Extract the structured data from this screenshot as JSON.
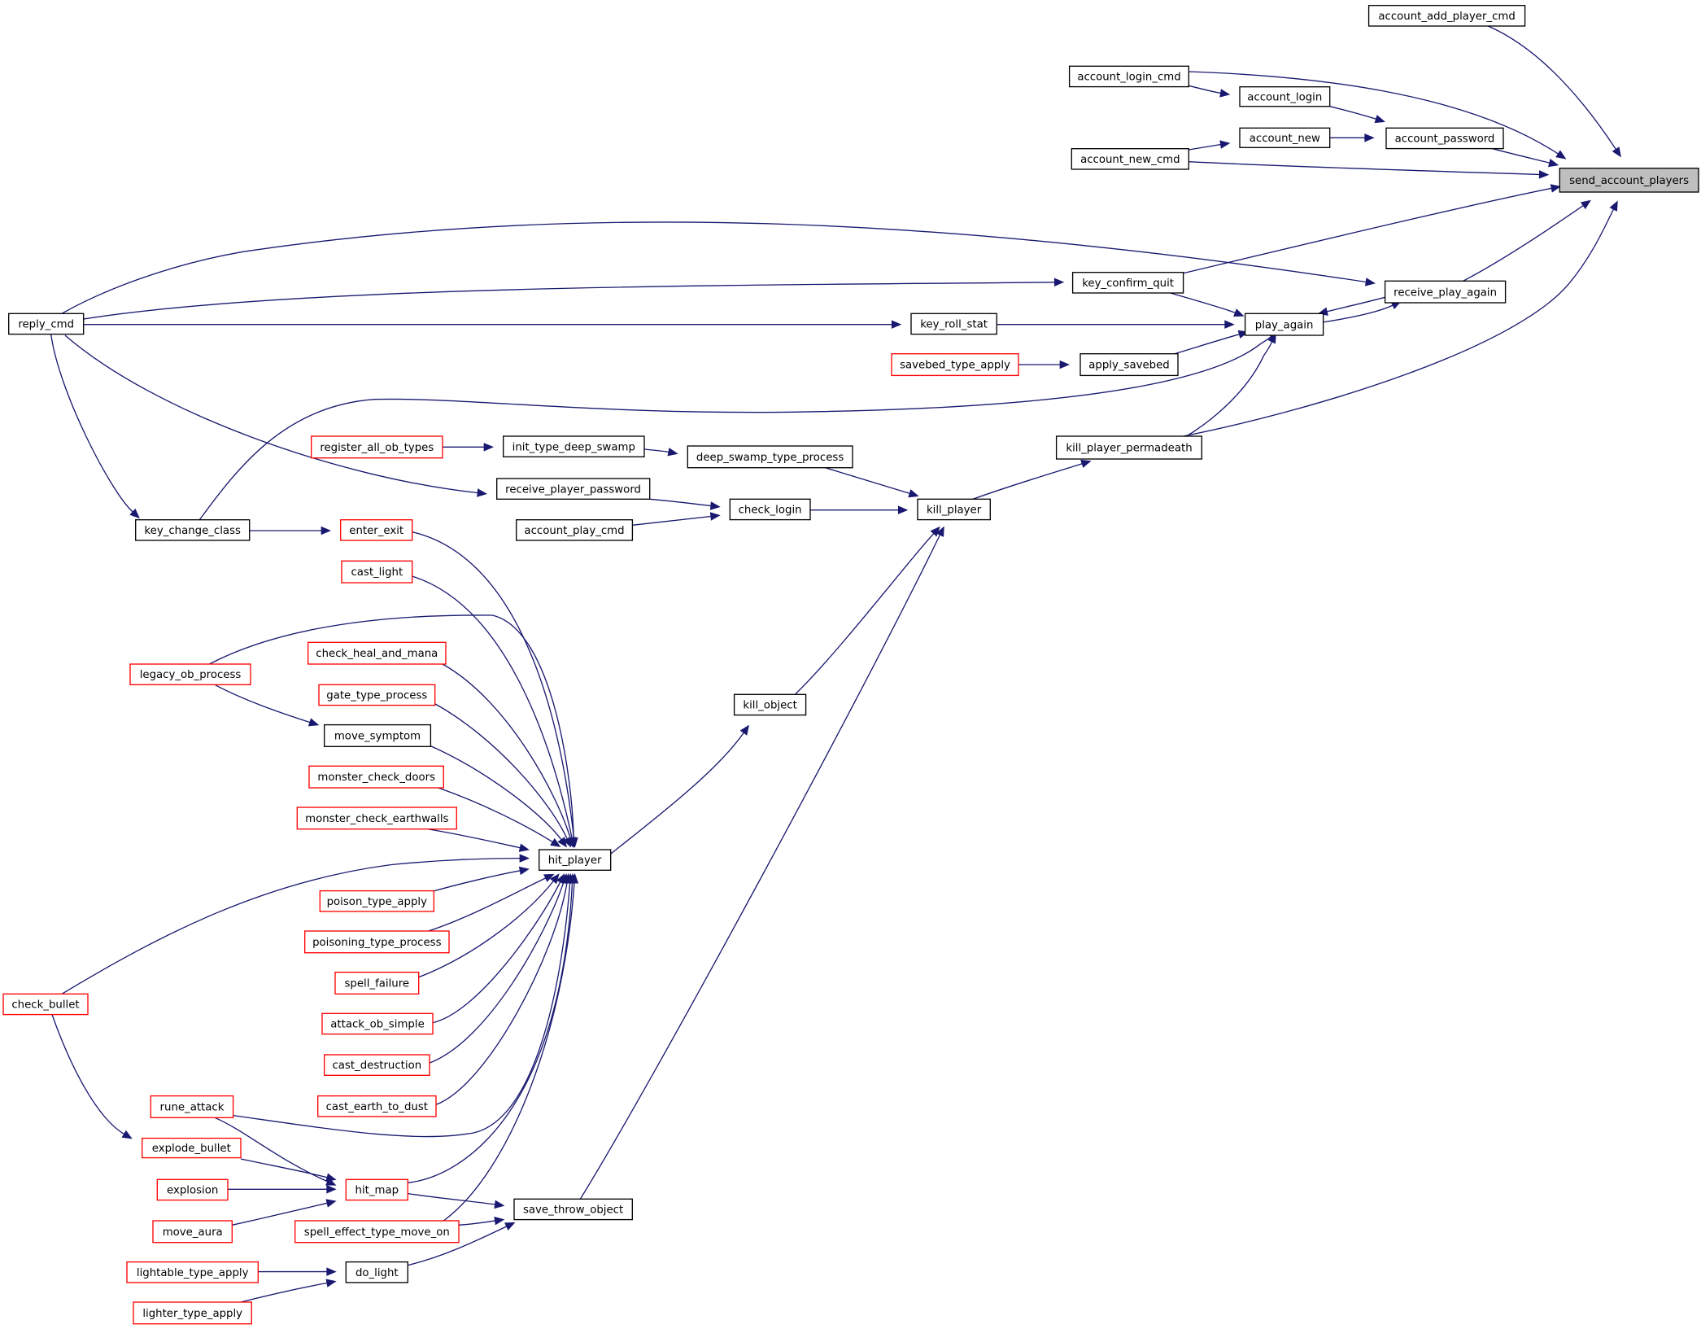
{
  "graph": {
    "edge_color": "#191970",
    "colors": {
      "normal_border": "#000000",
      "truncated_border": "#ff0000",
      "root_fill": "#bfbfbf",
      "node_fill": "#ffffff"
    },
    "nodes": [
      {
        "id": "send_account_players",
        "label": "send_account_players",
        "style": "root"
      },
      {
        "id": "account_add_player_cmd",
        "label": "account_add_player_cmd",
        "style": "normal"
      },
      {
        "id": "account_login_cmd",
        "label": "account_login_cmd",
        "style": "normal"
      },
      {
        "id": "account_login",
        "label": "account_login",
        "style": "normal"
      },
      {
        "id": "account_new",
        "label": "account_new",
        "style": "normal"
      },
      {
        "id": "account_password",
        "label": "account_password",
        "style": "normal"
      },
      {
        "id": "account_new_cmd",
        "label": "account_new_cmd",
        "style": "normal"
      },
      {
        "id": "key_confirm_quit",
        "label": "key_confirm_quit",
        "style": "normal"
      },
      {
        "id": "receive_play_again",
        "label": "receive_play_again",
        "style": "normal"
      },
      {
        "id": "reply_cmd",
        "label": "reply_cmd",
        "style": "normal"
      },
      {
        "id": "key_roll_stat",
        "label": "key_roll_stat",
        "style": "normal"
      },
      {
        "id": "play_again",
        "label": "play_again",
        "style": "normal"
      },
      {
        "id": "savebed_type_apply",
        "label": "savebed_type_apply",
        "style": "truncated"
      },
      {
        "id": "apply_savebed",
        "label": "apply_savebed",
        "style": "normal"
      },
      {
        "id": "kill_player_permadeath",
        "label": "kill_player_permadeath",
        "style": "normal"
      },
      {
        "id": "register_all_ob_types",
        "label": "register_all_ob_types",
        "style": "truncated"
      },
      {
        "id": "init_type_deep_swamp",
        "label": "init_type_deep_swamp",
        "style": "normal"
      },
      {
        "id": "deep_swamp_type_process",
        "label": "deep_swamp_type_process",
        "style": "normal"
      },
      {
        "id": "receive_player_password",
        "label": "receive_player_password",
        "style": "normal"
      },
      {
        "id": "check_login",
        "label": "check_login",
        "style": "normal"
      },
      {
        "id": "kill_player",
        "label": "kill_player",
        "style": "normal"
      },
      {
        "id": "key_change_class",
        "label": "key_change_class",
        "style": "normal"
      },
      {
        "id": "enter_exit",
        "label": "enter_exit",
        "style": "truncated"
      },
      {
        "id": "account_play_cmd",
        "label": "account_play_cmd",
        "style": "normal"
      },
      {
        "id": "cast_light",
        "label": "cast_light",
        "style": "truncated"
      },
      {
        "id": "check_heal_and_mana",
        "label": "check_heal_and_mana",
        "style": "truncated"
      },
      {
        "id": "legacy_ob_process",
        "label": "legacy_ob_process",
        "style": "truncated"
      },
      {
        "id": "gate_type_process",
        "label": "gate_type_process",
        "style": "truncated"
      },
      {
        "id": "kill_object",
        "label": "kill_object",
        "style": "normal"
      },
      {
        "id": "move_symptom",
        "label": "move_symptom",
        "style": "normal"
      },
      {
        "id": "monster_check_doors",
        "label": "monster_check_doors",
        "style": "truncated"
      },
      {
        "id": "monster_check_earthwalls",
        "label": "monster_check_earthwalls",
        "style": "truncated"
      },
      {
        "id": "hit_player",
        "label": "hit_player",
        "style": "normal"
      },
      {
        "id": "poison_type_apply",
        "label": "poison_type_apply",
        "style": "truncated"
      },
      {
        "id": "poisoning_type_process",
        "label": "poisoning_type_process",
        "style": "truncated"
      },
      {
        "id": "spell_failure",
        "label": "spell_failure",
        "style": "truncated"
      },
      {
        "id": "check_bullet",
        "label": "check_bullet",
        "style": "truncated"
      },
      {
        "id": "attack_ob_simple",
        "label": "attack_ob_simple",
        "style": "truncated"
      },
      {
        "id": "cast_destruction",
        "label": "cast_destruction",
        "style": "truncated"
      },
      {
        "id": "cast_earth_to_dust",
        "label": "cast_earth_to_dust",
        "style": "truncated"
      },
      {
        "id": "rune_attack",
        "label": "rune_attack",
        "style": "truncated"
      },
      {
        "id": "explode_bullet",
        "label": "explode_bullet",
        "style": "truncated"
      },
      {
        "id": "explosion",
        "label": "explosion",
        "style": "truncated"
      },
      {
        "id": "hit_map",
        "label": "hit_map",
        "style": "truncated"
      },
      {
        "id": "save_throw_object",
        "label": "save_throw_object",
        "style": "normal"
      },
      {
        "id": "move_aura",
        "label": "move_aura",
        "style": "truncated"
      },
      {
        "id": "spell_effect_type_move_on",
        "label": "spell_effect_type_move_on",
        "style": "truncated"
      },
      {
        "id": "lightable_type_apply",
        "label": "lightable_type_apply",
        "style": "truncated"
      },
      {
        "id": "do_light",
        "label": "do_light",
        "style": "normal"
      },
      {
        "id": "lighter_type_apply",
        "label": "lighter_type_apply",
        "style": "truncated"
      }
    ],
    "edges": [
      {
        "from": "account_add_player_cmd",
        "to": "send_account_players"
      },
      {
        "from": "account_login_cmd",
        "to": "send_account_players"
      },
      {
        "from": "account_login_cmd",
        "to": "account_login"
      },
      {
        "from": "account_login",
        "to": "account_password"
      },
      {
        "from": "account_new_cmd",
        "to": "account_new"
      },
      {
        "from": "account_new",
        "to": "account_password"
      },
      {
        "from": "account_password",
        "to": "send_account_players"
      },
      {
        "from": "account_new_cmd",
        "to": "send_account_players"
      },
      {
        "from": "key_confirm_quit",
        "to": "send_account_players"
      },
      {
        "from": "receive_play_again",
        "to": "send_account_players"
      },
      {
        "from": "kill_player_permadeath",
        "to": "send_account_players"
      },
      {
        "from": "reply_cmd",
        "to": "receive_play_again"
      },
      {
        "from": "reply_cmd",
        "to": "key_confirm_quit"
      },
      {
        "from": "reply_cmd",
        "to": "key_roll_stat"
      },
      {
        "from": "reply_cmd",
        "to": "key_change_class"
      },
      {
        "from": "reply_cmd",
        "to": "receive_player_password"
      },
      {
        "from": "key_confirm_quit",
        "to": "play_again"
      },
      {
        "from": "key_roll_stat",
        "to": "play_again"
      },
      {
        "from": "receive_play_again",
        "to": "play_again"
      },
      {
        "from": "play_again",
        "to": "receive_play_again"
      },
      {
        "from": "apply_savebed",
        "to": "play_again"
      },
      {
        "from": "kill_player_permadeath",
        "to": "play_again"
      },
      {
        "from": "key_change_class",
        "to": "play_again"
      },
      {
        "from": "savebed_type_apply",
        "to": "apply_savebed"
      },
      {
        "from": "kill_player",
        "to": "kill_player_permadeath"
      },
      {
        "from": "register_all_ob_types",
        "to": "init_type_deep_swamp"
      },
      {
        "from": "init_type_deep_swamp",
        "to": "deep_swamp_type_process"
      },
      {
        "from": "deep_swamp_type_process",
        "to": "kill_player"
      },
      {
        "from": "receive_player_password",
        "to": "check_login"
      },
      {
        "from": "account_play_cmd",
        "to": "check_login"
      },
      {
        "from": "check_login",
        "to": "kill_player"
      },
      {
        "from": "kill_object",
        "to": "kill_player"
      },
      {
        "from": "save_throw_object",
        "to": "kill_player"
      },
      {
        "from": "key_change_class",
        "to": "enter_exit"
      },
      {
        "from": "hit_player",
        "to": "kill_object"
      },
      {
        "from": "legacy_ob_process",
        "to": "move_symptom"
      },
      {
        "from": "enter_exit",
        "to": "hit_player"
      },
      {
        "from": "cast_light",
        "to": "hit_player"
      },
      {
        "from": "legacy_ob_process",
        "to": "hit_player"
      },
      {
        "from": "check_heal_and_mana",
        "to": "hit_player"
      },
      {
        "from": "gate_type_process",
        "to": "hit_player"
      },
      {
        "from": "move_symptom",
        "to": "hit_player"
      },
      {
        "from": "monster_check_doors",
        "to": "hit_player"
      },
      {
        "from": "monster_check_earthwalls",
        "to": "hit_player"
      },
      {
        "from": "check_bullet",
        "to": "hit_player"
      },
      {
        "from": "poison_type_apply",
        "to": "hit_player"
      },
      {
        "from": "poisoning_type_process",
        "to": "hit_player"
      },
      {
        "from": "spell_failure",
        "to": "hit_player"
      },
      {
        "from": "attack_ob_simple",
        "to": "hit_player"
      },
      {
        "from": "cast_destruction",
        "to": "hit_player"
      },
      {
        "from": "cast_earth_to_dust",
        "to": "hit_player"
      },
      {
        "from": "rune_attack",
        "to": "hit_player"
      },
      {
        "from": "hit_map",
        "to": "hit_player"
      },
      {
        "from": "spell_effect_type_move_on",
        "to": "hit_player"
      },
      {
        "from": "check_bullet",
        "to": "explode_bullet"
      },
      {
        "from": "rune_attack",
        "to": "hit_map"
      },
      {
        "from": "explode_bullet",
        "to": "hit_map"
      },
      {
        "from": "explosion",
        "to": "hit_map"
      },
      {
        "from": "move_aura",
        "to": "hit_map"
      },
      {
        "from": "hit_map",
        "to": "save_throw_object"
      },
      {
        "from": "spell_effect_type_move_on",
        "to": "save_throw_object"
      },
      {
        "from": "do_light",
        "to": "save_throw_object"
      },
      {
        "from": "lightable_type_apply",
        "to": "do_light"
      },
      {
        "from": "lighter_type_apply",
        "to": "do_light"
      }
    ]
  }
}
